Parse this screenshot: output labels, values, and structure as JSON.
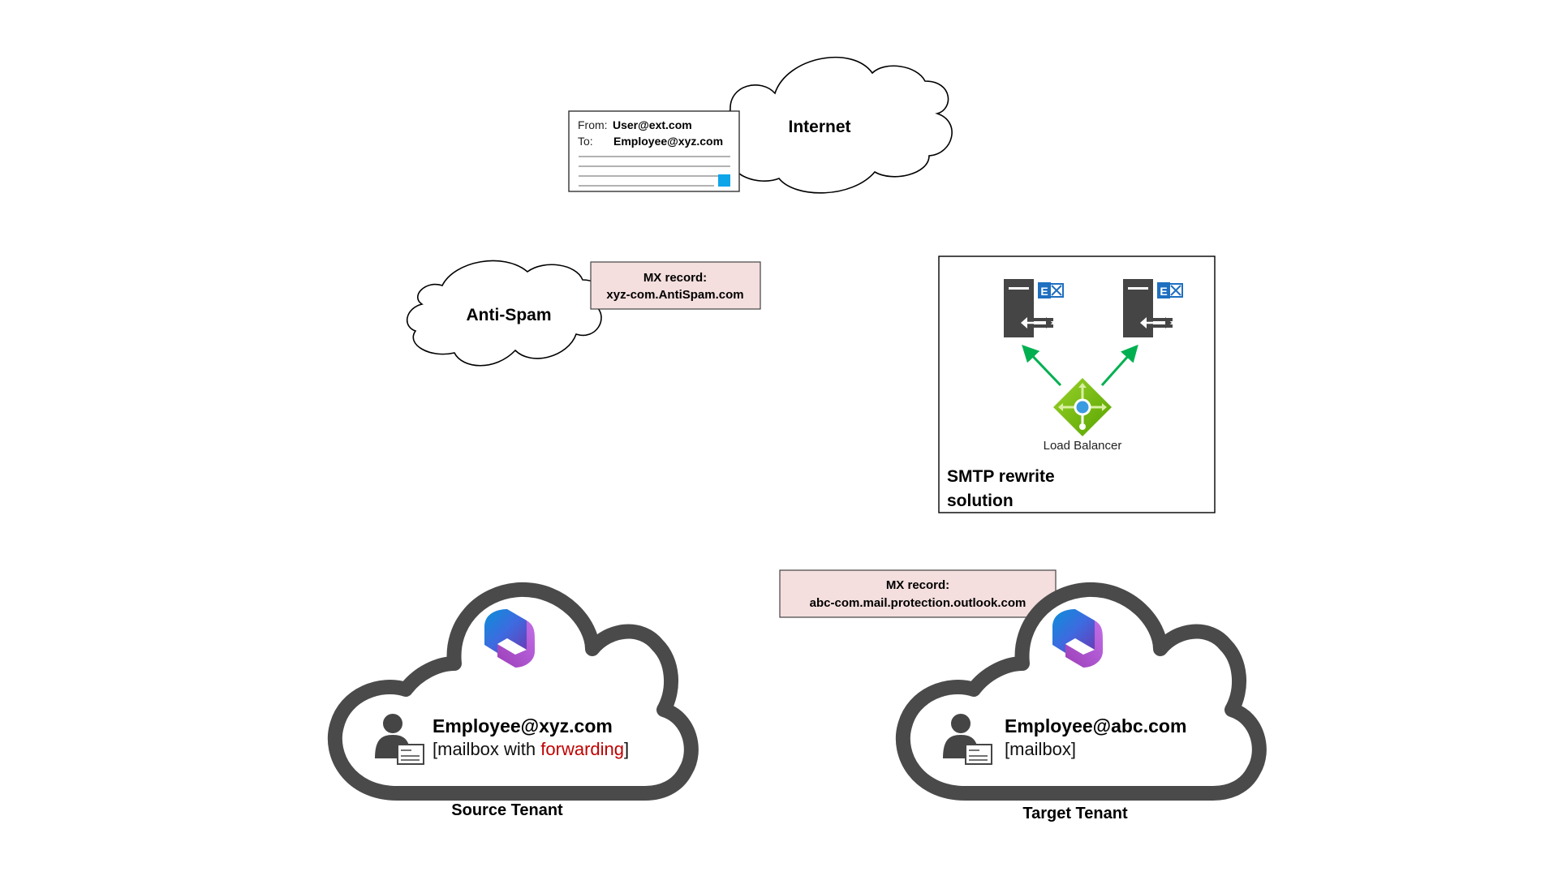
{
  "colors": {
    "accent_red": "#c00000",
    "mx_fill": "#f4dede",
    "arrow_green": "#00b050",
    "cloud_gray": "#4a4a4a",
    "server_gray": "#454545",
    "exchange_blue": "#1e6fc0",
    "envelope_blue": "#0ea5e9"
  },
  "internet": {
    "label": "Internet",
    "email": {
      "from_label": "From:",
      "from_value": "User@ext.com",
      "to_label": "To:",
      "to_value": "Employee@xyz.com"
    }
  },
  "anti_spam": {
    "label": "Anti-Spam",
    "mx": {
      "title": "MX record:",
      "value": "xyz-com.AntiSpam.com"
    }
  },
  "smtp_box": {
    "title_line1": "SMTP rewrite",
    "title_line2": "solution",
    "load_balancer_label": "Load Balancer",
    "icons": [
      "exchange-server-icon",
      "exchange-server-icon",
      "load-balancer-icon"
    ]
  },
  "target_mx": {
    "title": "MX record:",
    "value": "abc-com.mail.protection.outlook.com"
  },
  "source_tenant": {
    "caption": "Source Tenant",
    "mailbox_address": "Employee@xyz.com",
    "mailbox_prefix": "[mailbox with ",
    "mailbox_highlight": "forwarding",
    "mailbox_suffix": "]"
  },
  "target_tenant": {
    "caption": "Target Tenant",
    "mailbox_address": "Employee@abc.com",
    "mailbox_desc": "[mailbox]"
  }
}
